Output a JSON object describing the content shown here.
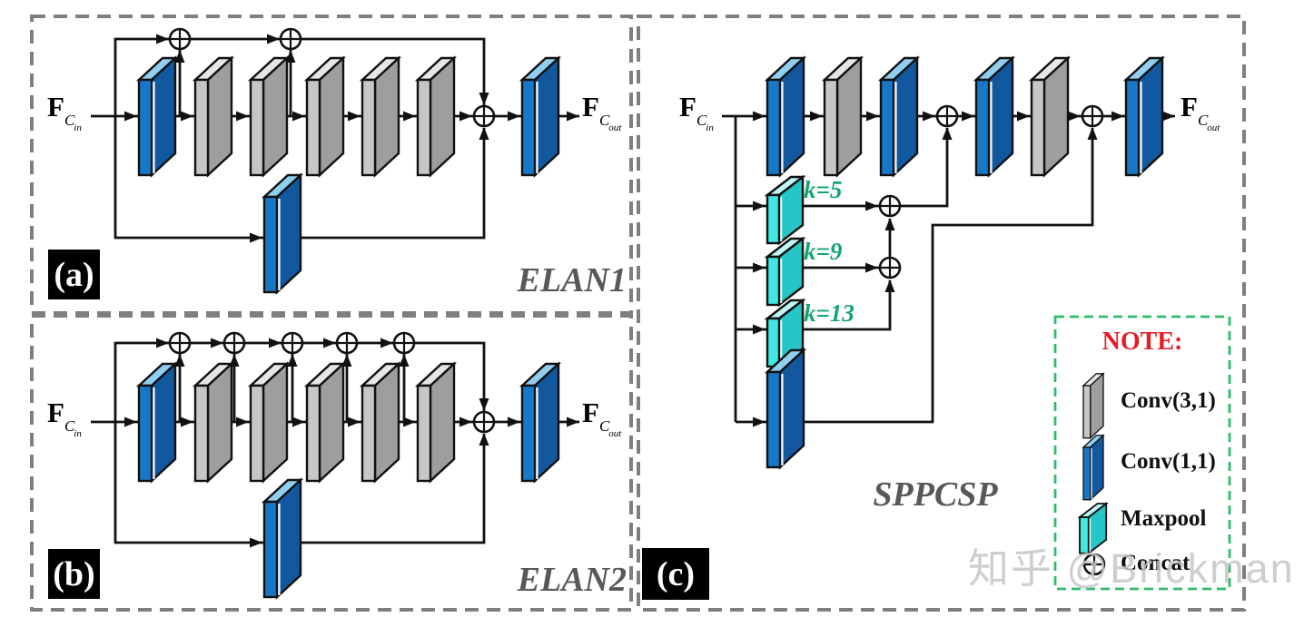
{
  "panels": {
    "a": {
      "tag": "(a)",
      "title": "ELAN1"
    },
    "b": {
      "tag": "(b)",
      "title": "ELAN2"
    },
    "c": {
      "tag": "(c)",
      "title": "SPPCSP"
    }
  },
  "io_labels": {
    "input": {
      "base": "F",
      "sub": "C",
      "subsub": "in"
    },
    "output": {
      "base": "F",
      "sub": "C",
      "subsub": "out"
    }
  },
  "maxpool_kernels": [
    "k=5",
    "k=9",
    "k=13"
  ],
  "legend": {
    "title": "NOTE:",
    "items": [
      {
        "name": "conv31-block",
        "label": "Conv(3,1)"
      },
      {
        "name": "conv11-block",
        "label": "Conv(1,1)"
      },
      {
        "name": "maxpool-block",
        "label": "Maxpool"
      },
      {
        "name": "concat-node",
        "label": "Concat"
      }
    ]
  },
  "watermark": "知乎 @Brickman",
  "colors": {
    "conv11_strip": "#1878c8",
    "conv11_face": "#11589e",
    "conv11_top": "#90cff0",
    "conv31_strip": "#c6c6c6",
    "conv31_face": "#9e9e9e",
    "conv31_top": "#e6e6e6",
    "maxpool_strip": "#3fe8e2",
    "maxpool_face": "#26c6c8",
    "maxpool_top": "#bff6f4",
    "kernel_green": "#12a573",
    "legend_border_green": "#2ebd6a",
    "note_red": "#e31e24",
    "panel_border_gray": "#7f7f7f",
    "title_gray": "#58585a",
    "watermark_gray": "#c6c6c6"
  }
}
